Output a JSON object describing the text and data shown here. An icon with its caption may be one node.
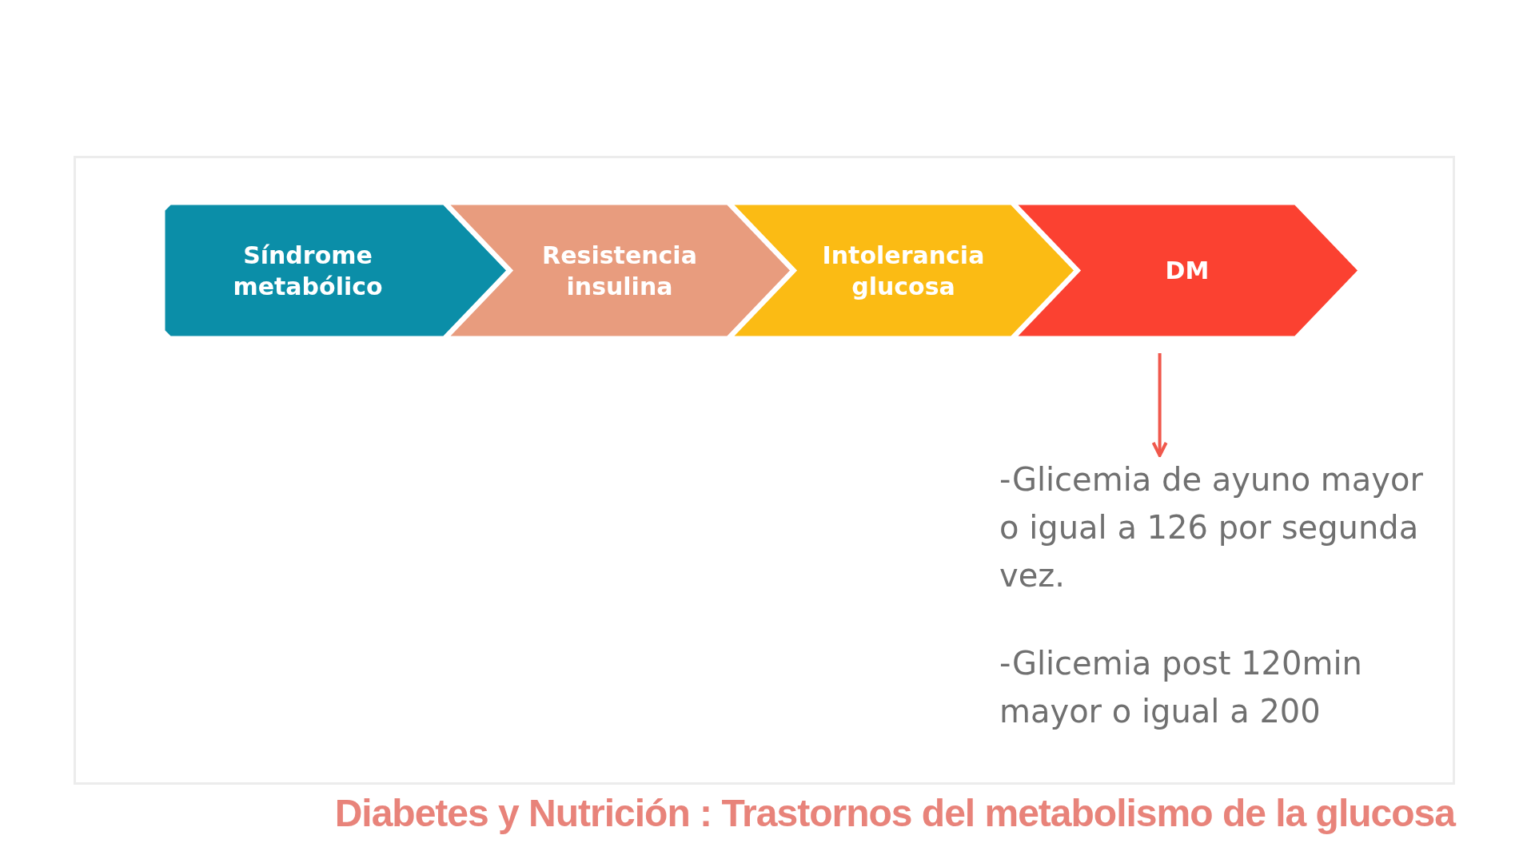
{
  "diagram": {
    "caption": "Diabetes y Nutrición : Trastornos del metabolismo de la glucosa",
    "nodes": [
      {
        "text": [
          "Síndrome metabólico"
        ]
      },
      {
        "text": [
          "Resistencia insulina"
        ]
      },
      {
        "text": [
          "Intolerancia glucosa"
        ]
      },
      {
        "text": [
          "DM"
        ]
      },
      {
        "text": [
          "-Glicemia de ayuno mayor o igual a 126 por segunda vez.",
          "-Glicemia post 120min mayor o igual a 200"
        ]
      }
    ],
    "edges": [
      {
        "from": 3,
        "to": 4,
        "arrow": "to"
      }
    ]
  }
}
